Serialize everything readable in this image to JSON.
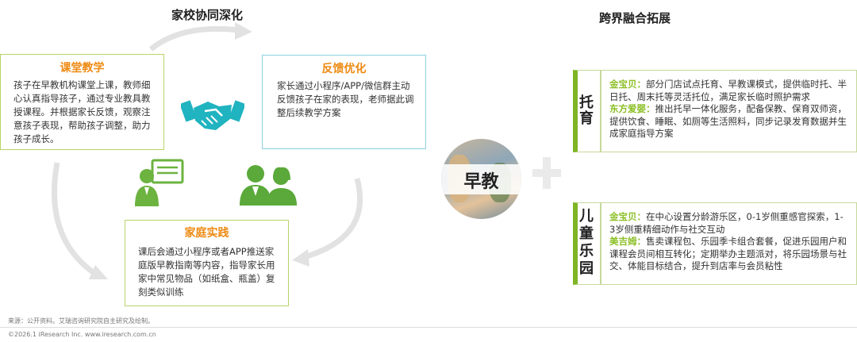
{
  "left_title": "家校协同深化",
  "right_title": "跨界融合拓展",
  "classroom": {
    "title": "课堂教学",
    "body": "孩子在早教机构课堂上课，教师细心认真指导孩子，通过专业教具教授课程。并根据家长反馈，观察注意孩子表现，帮助孩子调整，助力孩子成长。"
  },
  "feedback": {
    "title": "反馈优化",
    "body": "家长通过小程序/APP/微信群主动反馈孩子在家的表现，老师据此调整后续教学方案"
  },
  "home": {
    "title": "家庭实践",
    "body": "课后会通过小程序或者APP推送家庭版早教指南等内容，指导家长用家中常见物品（如纸盒、瓶盖）复刻类似训练"
  },
  "center": {
    "label": "早教"
  },
  "childcare": {
    "label": "托育",
    "entries": [
      {
        "brand": "金宝贝：",
        "text": "部分门店试点托育、早教课模式，提供临时托、半日托、周末托等灵活托位，满足家长临时照护需求"
      },
      {
        "brand": "东方爱婴：",
        "text": "推出托早一体化服务，配备保教、保育双师资，提供饮食、睡眠、如厕等生活照料，同步记录发育数据并生成家庭指导方案"
      }
    ]
  },
  "playground": {
    "label": "儿童乐园",
    "entries": [
      {
        "brand": "金宝贝：",
        "text": "在中心设置分龄游乐区，0-1岁侧重感官探索，1-3岁侧重精细动作与社交互动"
      },
      {
        "brand": "美吉姆：",
        "text": "售卖课程包、乐园季卡组合套餐，促进乐园用户和课程会员间相互转化；定期举办主题派对，将乐园场景与社交、体能目标结合，提升到店率与会员粘性"
      }
    ]
  },
  "footer": {
    "source": "来源：公开资料。艾瑞咨询研究院自主研究及绘制。",
    "copyright": "©2026.1 iResearch Inc.    www.iresearch.com.cn"
  },
  "colors": {
    "green": "#8cbf26",
    "orange": "#ee8a12",
    "blue_border": "#8fd0df"
  },
  "icons": [
    "handshake-icon",
    "teacher-icon",
    "parents-icon",
    "plus-icon"
  ]
}
